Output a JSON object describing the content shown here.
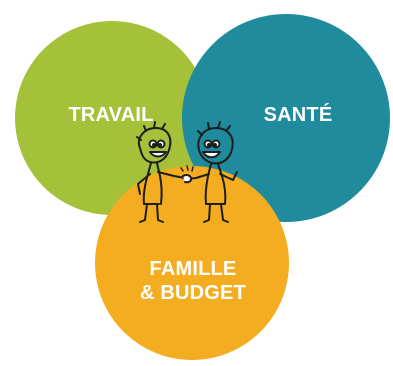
{
  "circles": {
    "travail": {
      "label": "TRAVAIL",
      "color": "#a5c139"
    },
    "sante": {
      "label": "SANTÉ",
      "color": "#1f8b9c"
    },
    "famille": {
      "line1": "FAMILLE",
      "line2": "& BUDGET",
      "color": "#f4ad21"
    }
  },
  "illustration": {
    "icon": "two-people-handshake-icon"
  }
}
